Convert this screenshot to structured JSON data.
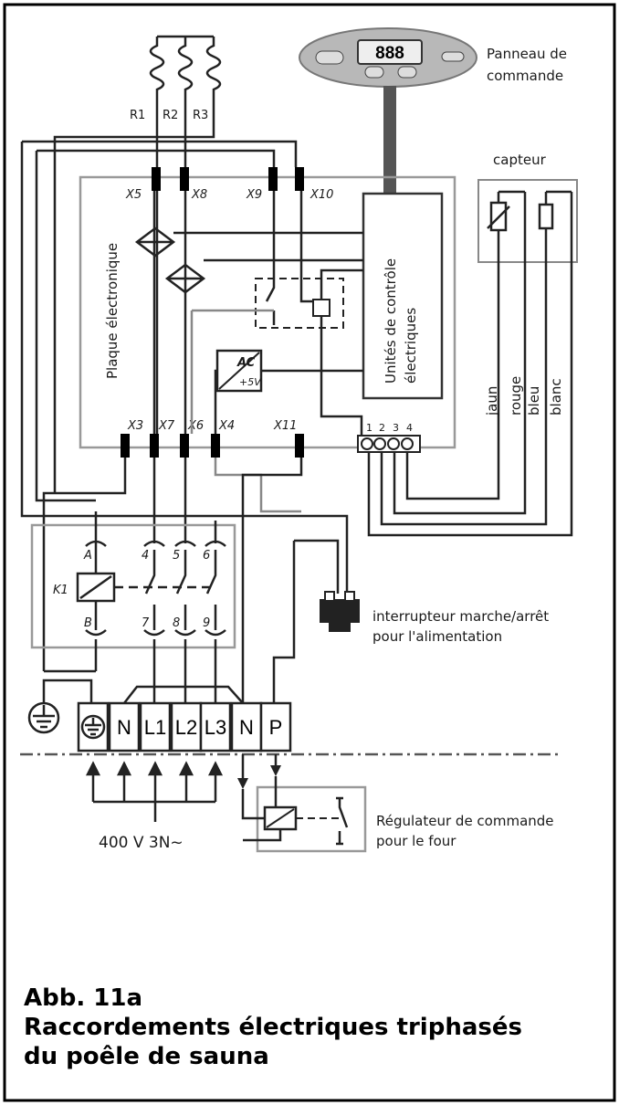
{
  "labels": {
    "panel": [
      "Panneau de",
      "commande"
    ],
    "display": "888",
    "sensor": "capteur",
    "board": "Plaque électronique",
    "control_units": [
      "Unités de contrôle",
      "électriques"
    ],
    "switch": [
      "interrupteur marche/arrêt",
      "pour l'alimentation"
    ],
    "regulator": [
      "Régulateur de commande",
      "pour le four"
    ],
    "supply": "400 V 3N~",
    "converter": [
      "AC",
      "+5V"
    ]
  },
  "resistors": [
    "R1",
    "R2",
    "R3"
  ],
  "connectors_top": [
    "X5",
    "X8",
    "X9",
    "X10"
  ],
  "connectors_bottom": [
    "X3",
    "X7",
    "X6",
    "X4",
    "X11"
  ],
  "sensor_pins": [
    "1",
    "2",
    "3",
    "4"
  ],
  "wire_colors": [
    "jaun",
    "rouge",
    "bleu",
    "blanc"
  ],
  "contactor": {
    "name": "K1",
    "top_pins": [
      "A",
      "4",
      "5",
      "6"
    ],
    "bottom_pins": [
      "B",
      "7",
      "8",
      "9"
    ]
  },
  "terminals": [
    "N",
    "L1",
    "L2",
    "L3",
    "N",
    "P"
  ],
  "caption": {
    "line1": "Abb. 11a",
    "line2": "Raccordements électriques triphasés",
    "line3": "du poêle de sauna"
  }
}
